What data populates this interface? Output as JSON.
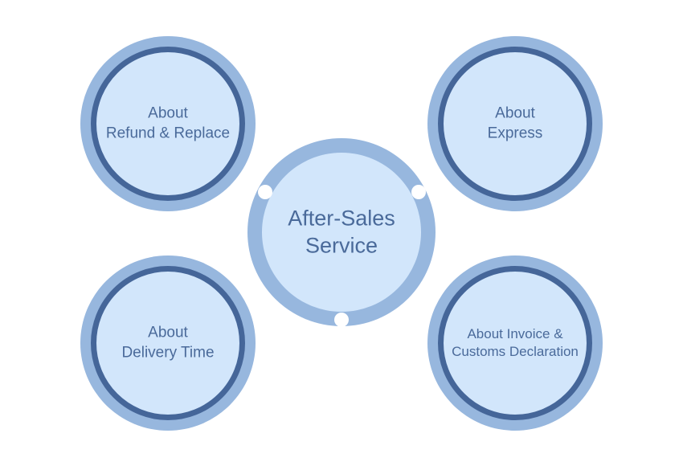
{
  "diagram": {
    "center": {
      "line1": "After-Sales",
      "line2": "Service"
    },
    "nodes": {
      "refund": {
        "line1": "About",
        "line2": "Refund & Replace"
      },
      "express": {
        "line1": "About",
        "line2": "Express"
      },
      "delivery": {
        "line1": "About",
        "line2": "Delivery Time"
      },
      "invoice": {
        "line1": "About Invoice &",
        "line2": "Customs Declaration"
      }
    }
  },
  "colors": {
    "outer_ring": "#97b7de",
    "inner_border": "#456699",
    "fill": "#d2e6fb",
    "text": "#4a6a9a"
  }
}
